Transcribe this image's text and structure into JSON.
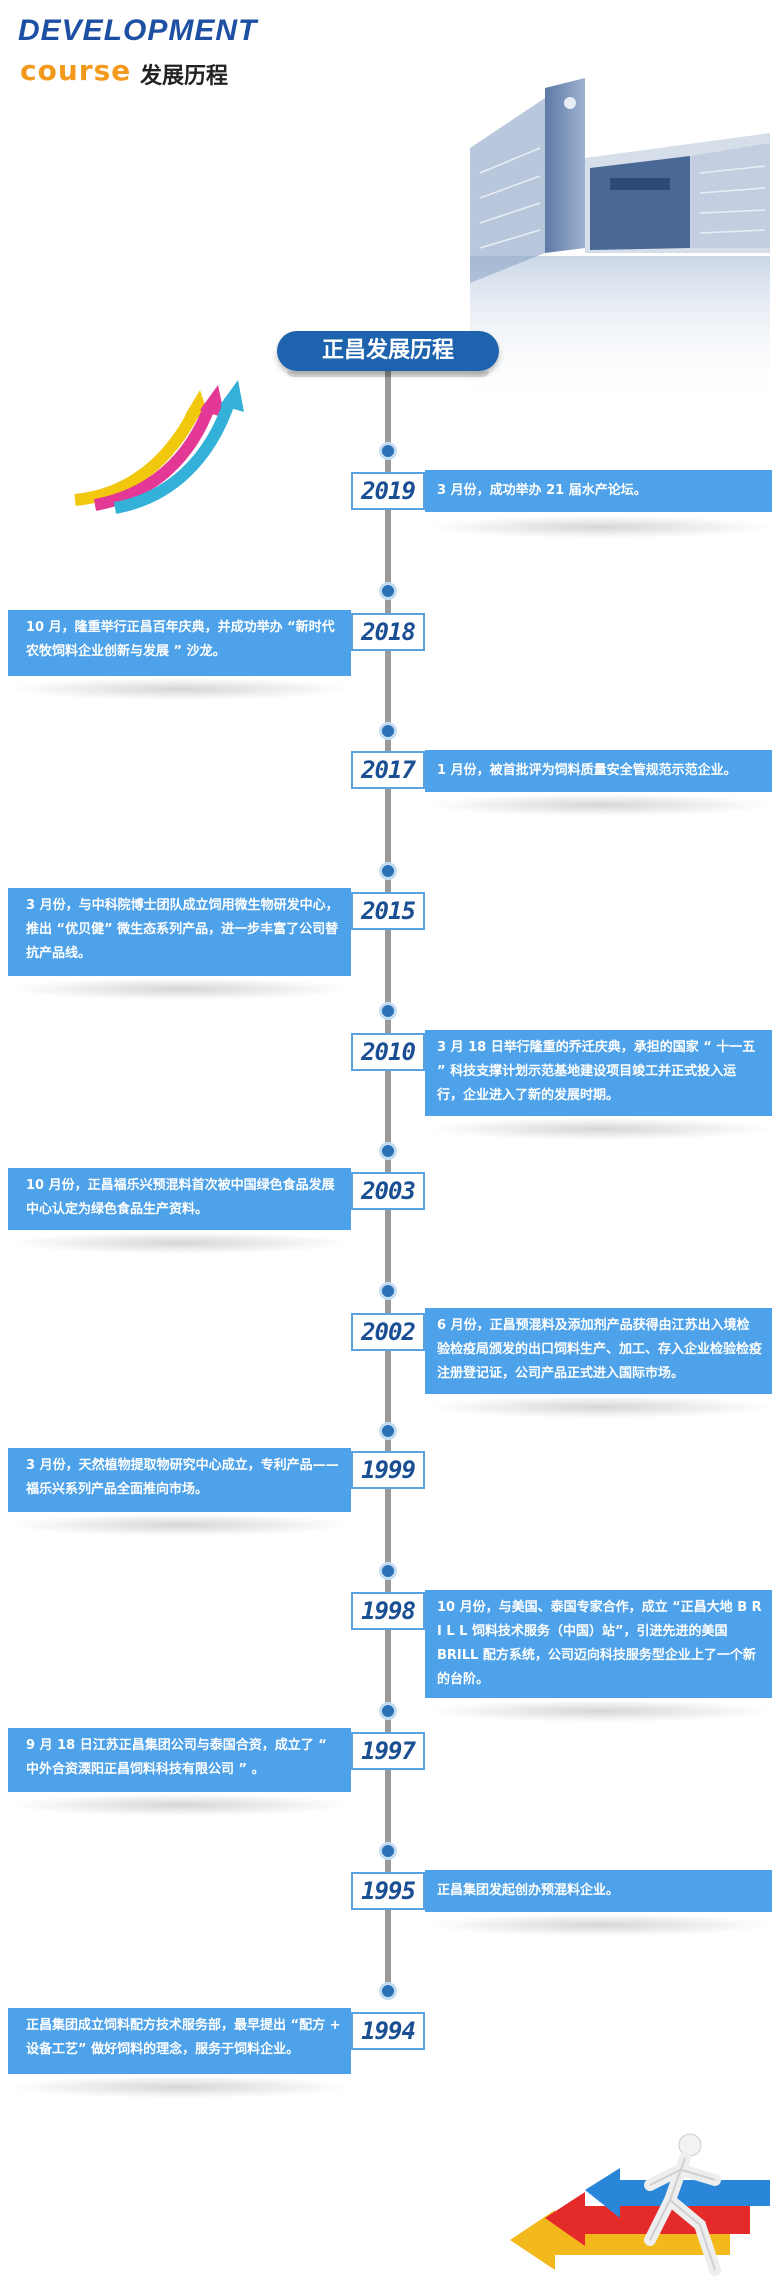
{
  "header": {
    "title_en": "DEVELOPMENT",
    "subtitle_en": "course",
    "title_cn": "发展历程"
  },
  "timeline": {
    "title": "正昌发展历程",
    "events": [
      {
        "year": "2019",
        "text": "3 月份，成功举办 21 届水产论坛。"
      },
      {
        "year": "2018",
        "text": "10 月，隆重举行正昌百年庆典，并成功举办 “新时代农牧饲料企业创新与发展 ” 沙龙。"
      },
      {
        "year": "2017",
        "text": "1 月份，被首批评为饲料质量安全管规范示范企业。"
      },
      {
        "year": "2015",
        "text": "3 月份，与中科院博士团队成立饲用微生物研发中心，推出 “优贝健” 微生态系列产品，进一步丰富了公司替抗产品线。"
      },
      {
        "year": "2010",
        "text": "3 月 18 日举行隆重的乔迁庆典，承担的国家 “ 十一五 ” 科技支撑计划示范基地建设项目竣工并正式投入运行，企业进入了新的发展时期。"
      },
      {
        "year": "2003",
        "text": "10 月份，正昌福乐兴预混料首次被中国绿色食品发展中心认定为绿色食品生产资料。"
      },
      {
        "year": "2002",
        "text": "6 月份，正昌预混料及添加剂产品获得由江苏出入境检验检疫局颁发的出口饲料生产、加工、存入企业检验检疫注册登记证，公司产品正式进入国际市场。"
      },
      {
        "year": "1999",
        "text": "3 月份，天然植物提取物研究中心成立，专利产品——福乐兴系列产品全面推向市场。"
      },
      {
        "year": "1998",
        "text": "10 月份，与美国、泰国专家合作，成立 “正昌大地 B R I L L 饲料技术服务（中国）站”，引进先进的美国 BRILL 配方系统，公司迈向科技服务型企业上了一个新的台阶。"
      },
      {
        "year": "1997",
        "text": "9 月 18 日江苏正昌集团公司与泰国合资，成立了 “ 中外合资溧阳正昌饲料科技有限公司 ” 。"
      },
      {
        "year": "1995",
        "text": "正昌集团发起创办预混料企业。"
      },
      {
        "year": "1994",
        "text": "正昌集团成立饲料配方技术服务部，最早提出 “配方 + 设备工艺” 做好饲料的理念，服务于饲料企业。"
      }
    ]
  },
  "colors": {
    "brand_blue": "#1d4fa3",
    "accent_orange": "#f39a1e",
    "card_blue": "#4da2ea",
    "pill_blue": "#1e63ae"
  },
  "icons": [
    "building-illustration",
    "rising-arrows-illustration",
    "running-man-arrows-illustration"
  ]
}
